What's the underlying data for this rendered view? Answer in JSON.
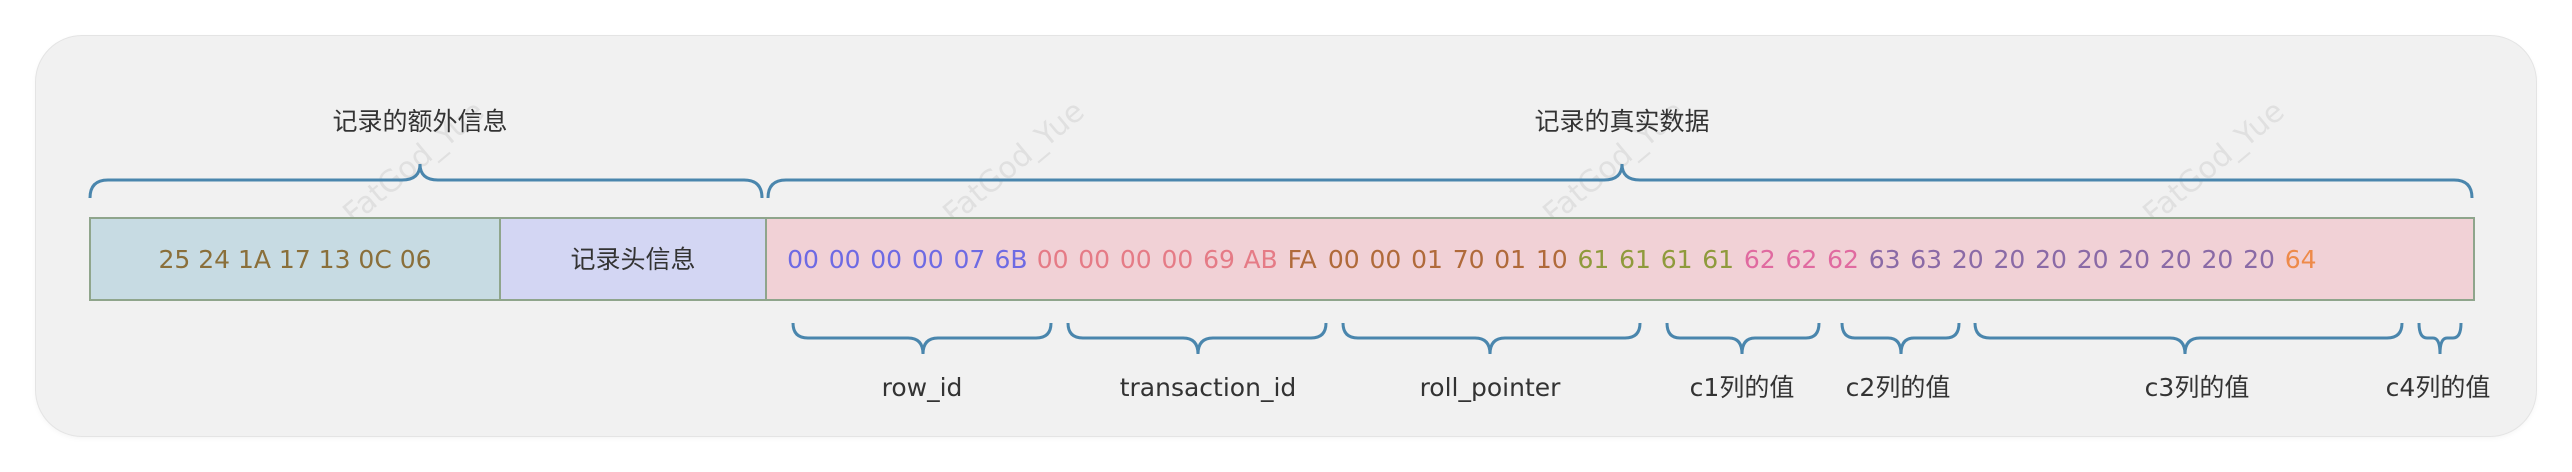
{
  "sections": {
    "extra": {
      "label": "记录的额外信息"
    },
    "real": {
      "label": "记录的真实数据"
    }
  },
  "offsets": {
    "text": "25 24 1A 17 13 0C 06",
    "color": "#8a6f3a",
    "fill": "#c7dbe3"
  },
  "header": {
    "text": "记录头信息",
    "fill": "#d3d6f3"
  },
  "data_fill": "#f1d1d6",
  "bytes": [
    {
      "field": "row_id",
      "color": "#6e6ae3",
      "values": [
        "00",
        "00",
        "00",
        "00",
        "07",
        "6B"
      ]
    },
    {
      "field": "transaction_id",
      "color": "#e57b86",
      "values": [
        "00",
        "00",
        "00",
        "00",
        "69",
        "AB"
      ]
    },
    {
      "field": "roll_pointer",
      "color": "#b06a3a",
      "values": [
        "FA",
        "00",
        "00",
        "01",
        "70",
        "01",
        "10"
      ]
    },
    {
      "field": "c1",
      "color": "#8f9a3c",
      "values": [
        "61",
        "61",
        "61",
        "61"
      ]
    },
    {
      "field": "c2",
      "color": "#e06aa0",
      "values": [
        "62",
        "62",
        "62"
      ]
    },
    {
      "field": "c3",
      "color": "#8a6aa6",
      "values": [
        "63",
        "63",
        "20",
        "20",
        "20",
        "20",
        "20",
        "20",
        "20",
        "20"
      ]
    },
    {
      "field": "c4",
      "color": "#ee8a4a",
      "values": [
        "64"
      ]
    }
  ],
  "fields": [
    {
      "label": "row_id"
    },
    {
      "label": "transaction_id"
    },
    {
      "label": "roll_pointer"
    },
    {
      "label": "c1列的值"
    },
    {
      "label": "c2列的值"
    },
    {
      "label": "c3列的值"
    },
    {
      "label": "c4列的值"
    }
  ],
  "watermark": "FatGod_Yue",
  "colors": {
    "brace": "#4a86ad",
    "border": "#8fa58c",
    "text": "#333333"
  }
}
